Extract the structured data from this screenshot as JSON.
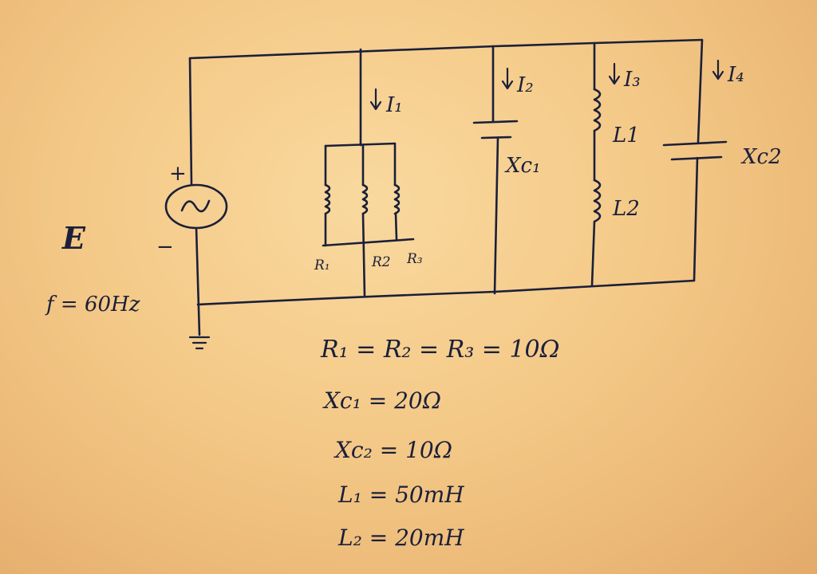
{
  "source": {
    "symbol": "E",
    "plus": "+",
    "minus": "−",
    "frequency": "f = 60Hz"
  },
  "currents": [
    {
      "name": "I₁"
    },
    {
      "name": "I₂"
    },
    {
      "name": "I₃"
    },
    {
      "name": "I₄"
    }
  ],
  "resistor_labels": [
    "R₁",
    "R2",
    "R₃"
  ],
  "component_labels": {
    "xc1": "Xc₁",
    "l1": "L1",
    "l2": "L2",
    "xc2": "Xc2"
  },
  "equations": [
    "R₁ = R₂ = R₃ = 10Ω",
    "Xc₁ = 20Ω",
    "Xc₂ = 10Ω",
    "L₁ = 50mH",
    "L₂ = 20mH"
  ],
  "colors": {
    "ink": "#1b1f3a",
    "paper": "#f4c987"
  }
}
